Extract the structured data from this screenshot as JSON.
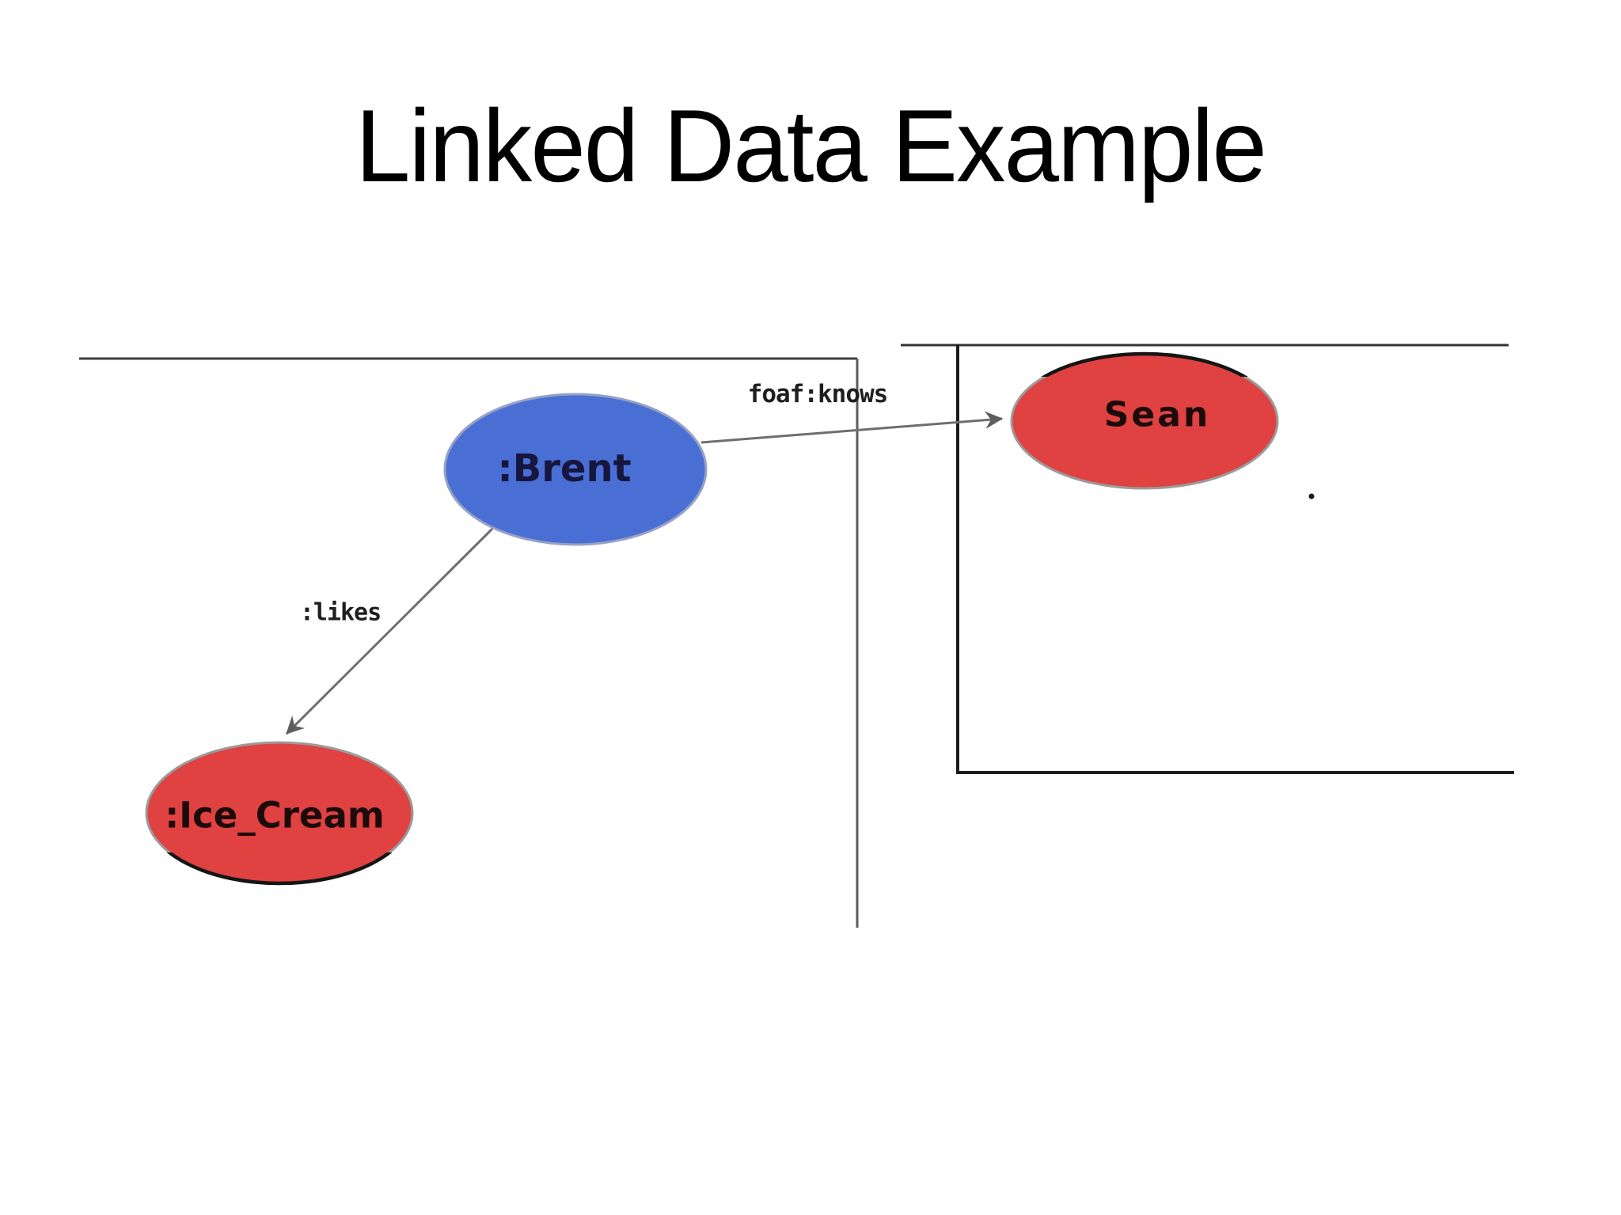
{
  "slide": {
    "title": "Linked Data Example",
    "background": "#ffffff"
  },
  "diagram": {
    "nodes": [
      {
        "id": "brent",
        "label": ":Brent",
        "fill": "#4a6fd4",
        "outline": "#96a2c4",
        "shape": "ellipse"
      },
      {
        "id": "sean",
        "label": "Sean",
        "fill": "#e04141",
        "outline": "#9b9b9b",
        "shape": "ellipse"
      },
      {
        "id": "ice_cream",
        "label": ":Ice_Cream",
        "fill": "#e04141",
        "outline": "#9b9b9b",
        "shape": "ellipse"
      }
    ],
    "edges": [
      {
        "id": "knows",
        "label": "foaf:knows",
        "from": "brent",
        "to": "sean"
      },
      {
        "id": "likes",
        "label": ":likes",
        "from": "brent",
        "to": "ice_cream"
      }
    ],
    "colors": {
      "edge_line": "#6e6e6e",
      "left_region_border": "#4a4a4a",
      "right_region_border": "#1c1c1c",
      "title_text": "#000000"
    }
  }
}
